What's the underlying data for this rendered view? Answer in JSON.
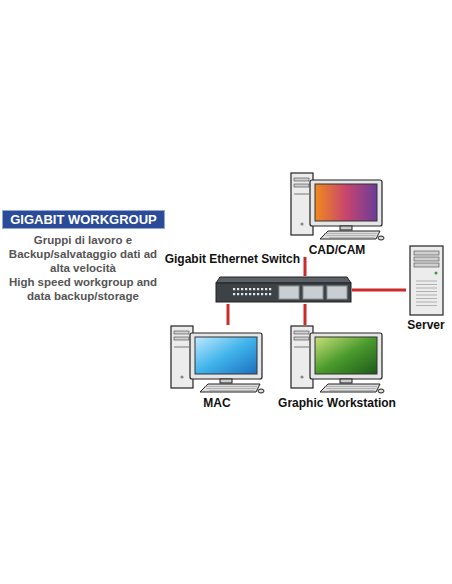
{
  "diagram": {
    "nodes": [
      {
        "text": [
          "GIGABIT WORKGROUP"
        ]
      },
      {
        "text": [
          "CAD/CAM"
        ]
      },
      {
        "text": [
          "Gigabit Ethernet Switch"
        ]
      },
      {
        "text": [
          "Server"
        ]
      },
      {
        "text": [
          "MAC"
        ]
      },
      {
        "text": [
          "Graphic Workstation"
        ]
      }
    ],
    "edges": [
      {
        "from": 2,
        "to": 1,
        "arrow": "none"
      },
      {
        "from": 2,
        "to": 3,
        "arrow": "none"
      },
      {
        "from": 2,
        "to": 4,
        "arrow": "none"
      },
      {
        "from": 2,
        "to": 5,
        "arrow": "none"
      }
    ],
    "labels": [
      "Gruppi di lavoro e Backup/salvataggio dati ad alta velocità",
      "High speed workgroup and data backup/storage"
    ]
  }
}
